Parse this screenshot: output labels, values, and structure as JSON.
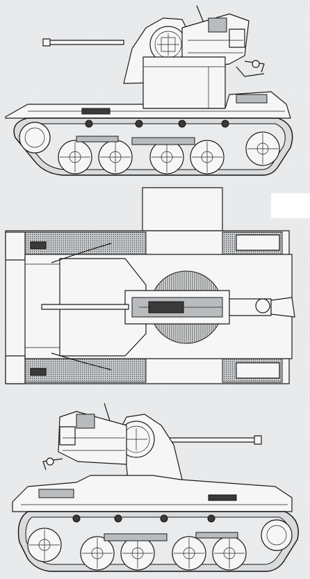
{
  "drawing": {
    "views": [
      "side-view-left",
      "top-view",
      "side-view-right"
    ],
    "colors": {
      "line": "#1a1a1a",
      "paper": "#e9ebed",
      "shade": "#b9bcbf",
      "dark": "#3a3a3a"
    }
  }
}
